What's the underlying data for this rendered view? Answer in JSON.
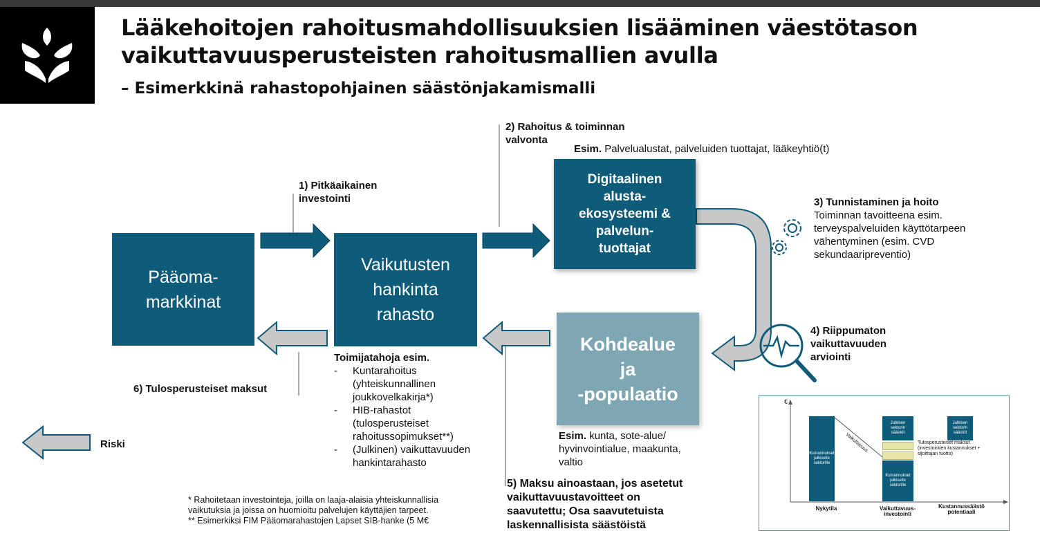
{
  "title": {
    "line1": "Lääkehoitojen rahoitusmahdollisuuksien lisääminen väestötason",
    "line2": "vaikuttavuusperusteisten rahoitusmallien avulla",
    "subtitle": "– Esimerkkinä rahastopohjainen säästönjakamismalli"
  },
  "boxes": {
    "paaoma": [
      "Pääoma-",
      "markkinat"
    ],
    "vaikutusten": [
      "Vaikutusten",
      "hankinta",
      "rahasto"
    ],
    "digitaalinen": [
      "Digitaalinen",
      "alusta-",
      "ekosysteemi &",
      "palvelun-",
      "tuottajat"
    ],
    "kohdealue": [
      "Kohdealue",
      "ja",
      "-populaatio"
    ]
  },
  "steps": {
    "s1": [
      "1) Pitkäaikainen",
      "investointi"
    ],
    "s2": [
      "2) Rahoitus & toiminnan",
      "valvonta"
    ],
    "s2_example_bold": "Esim.",
    "s2_example": " Palvelualustat, palveluiden tuottajat, lääkeyhtiö(t)",
    "s3_title": "3) Tunnistaminen ja hoito",
    "s3_text": [
      "Toiminnan tavoitteena esim.",
      "terveyspalveluiden käyttötarpeen",
      "vähentyminen (esim. CVD",
      "sekundaaripreventio)"
    ],
    "s4": [
      "4) Riippumaton",
      "vaikuttavuuden",
      "arviointi"
    ],
    "s5": [
      "5) Maksu ainoastaan, jos asetetut",
      "vaikuttavuustavoitteet on",
      "saavutettu; Osa saavutetuista",
      "laskennallisista säästöistä"
    ],
    "s6": "6) Tulosperusteiset maksut"
  },
  "risk_label": "Riski",
  "actors": {
    "title": "Toimijatahoja esim.",
    "items": [
      [
        "Kuntarahoitus",
        "(yhteiskunnallinen",
        "joukkovelkakirja*)"
      ],
      [
        "HIB-rahastot",
        "(tulosperusteiset",
        "rahoitussopimukset**)"
      ],
      [
        "(Julkinen) vaikuttavuuden",
        "hankintarahasto"
      ]
    ]
  },
  "target": {
    "bold": "Esim.",
    "text": [
      " kunta, sote-alue/",
      "hyvinvointialue, maakunta,",
      "valtio"
    ]
  },
  "footnotes": [
    "* Rahoitetaan investointeja, joilla on laaja-alaisia yhteiskunnallisia",
    "vaikutuksia ja joissa on huomioitu palvelujen käyttäjien tarpeet.",
    "** Esimerkiksi FIM Pääomarahastojen Lapset SIB-hanke (5 M€"
  ],
  "mini_chart": {
    "y_axis_label": "€",
    "bar1": [
      "Kustannukset",
      "julkiselle",
      "sektorille"
    ],
    "bar2_top": [
      "Julkisen",
      "sektorin",
      "säästöt"
    ],
    "bar2_bottom": [
      "Kustannukset",
      "julkiselle",
      "sektorille"
    ],
    "bar3": [
      "Julkisen",
      "sektorin",
      "säästöt"
    ],
    "band_note": [
      "Tulosperusteiset maksut",
      "(investointien kustannukset +",
      "sijoittajan tuotto)"
    ],
    "diag_label": "Vaikuttavuus",
    "x_labels": [
      [
        "Nykytila"
      ],
      [
        "Vaikuttavuus-",
        "investointi"
      ],
      [
        "Kustannussäästö",
        "potentiaali"
      ]
    ]
  },
  "colors": {
    "dark_teal": "#0f5b7a",
    "light_teal": "#7ea7b3",
    "grey_arrow": "#c8c8c8"
  }
}
